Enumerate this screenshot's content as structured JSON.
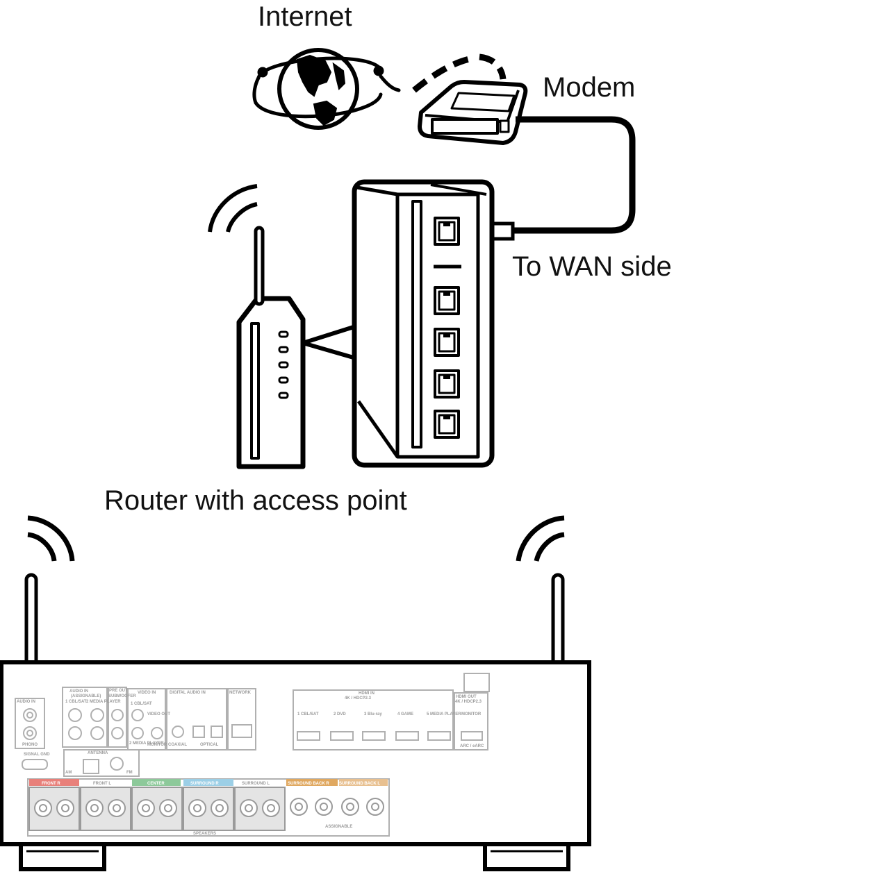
{
  "labels": {
    "internet": "Internet",
    "modem": "Modem",
    "wan": "To WAN side",
    "router": "Router with access point"
  },
  "panel": {
    "audio_in_phono": "AUDIO IN",
    "phono": "PHONO",
    "signal_gnd": "SIGNAL GND",
    "audio_in": "AUDIO IN",
    "assignable": "(ASSIGNABLE)",
    "audio_in_sub1": "1 CBL/SAT",
    "audio_in_sub2": "2 MEDIA PLAYER",
    "pre_out": "PRE OUT",
    "subwoofer": "SUBWOOFER",
    "video_in": "VIDEO IN",
    "video_in_sub1": "1 CBL/SAT",
    "video_in_sub2": "2 MEDIA PLAYER",
    "video_out": "VIDEO OUT",
    "monitor": "MONITOR",
    "digital_audio_in": "DIGITAL AUDIO IN",
    "coaxial": "COAXIAL",
    "optical": "OPTICAL",
    "network": "NETWORK",
    "antenna": "ANTENNA",
    "am": "AM",
    "fm": "FM",
    "hdmi_in": "HDMI IN",
    "hdmi_in_sub": "4K / HDCP2.3",
    "hdmi_inputs": [
      "1 CBL/SAT",
      "2 DVD",
      "3 Blu-ray",
      "4 GAME",
      "5 MEDIA PLAYER"
    ],
    "hdmi_out": "HDMI OUT",
    "hdmi_out_sub": "4K / HDCP2.3",
    "hdmi_monitor": "MONITOR",
    "arc": "ARC / eARC",
    "speakers": "SPEAKERS",
    "speaker_groups": [
      "FRONT R",
      "FRONT L",
      "CENTER",
      "SURROUND R",
      "SURROUND L",
      "SURROUND BACK R",
      "SURROUND BACK L"
    ],
    "speaker_assignable": "ASSIGNABLE"
  },
  "colors": {
    "line": "#000000",
    "panel_gray": "#b0b0b0",
    "front_r": "#e8807a",
    "center": "#8dc99a",
    "surround_r": "#9ccfe6",
    "surround_back": "#e0a860"
  }
}
